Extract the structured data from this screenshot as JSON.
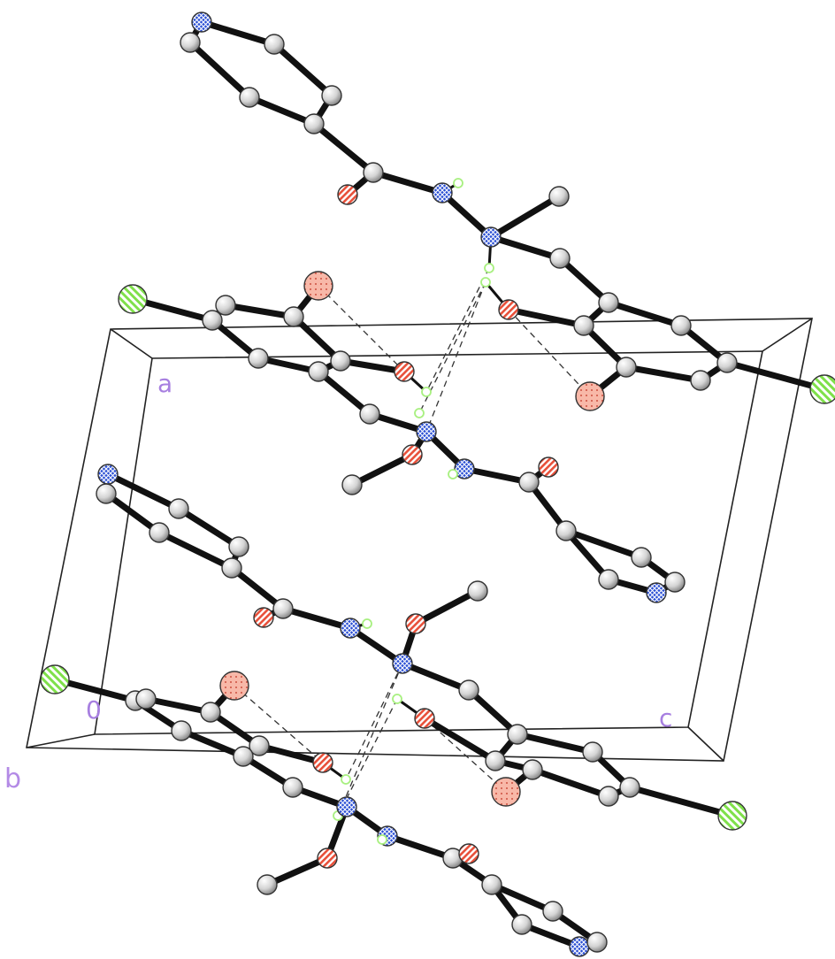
{
  "cell_axes": {
    "origin": "0",
    "a": "a",
    "b": "b",
    "c": "c"
  },
  "colors": {
    "carbon": "#d4d4d4",
    "nitrogen": "#2a4fd4",
    "oxygen": "#e8503a",
    "chlorine": "#7fe04a",
    "hydrogen": "#a8f080",
    "bond": "#111111",
    "cell_edge": "#222222",
    "axis_label": "#a77fe0",
    "hbond": "#333333"
  },
  "element_styles": {
    "C": "shaded-sphere",
    "N": "cross-hatched-sphere",
    "O": "half-hatched-sphere",
    "O_dotted": "dotted-sphere",
    "Cl": "diagonal-hatched-sphere",
    "H": "small-open-circle"
  }
}
